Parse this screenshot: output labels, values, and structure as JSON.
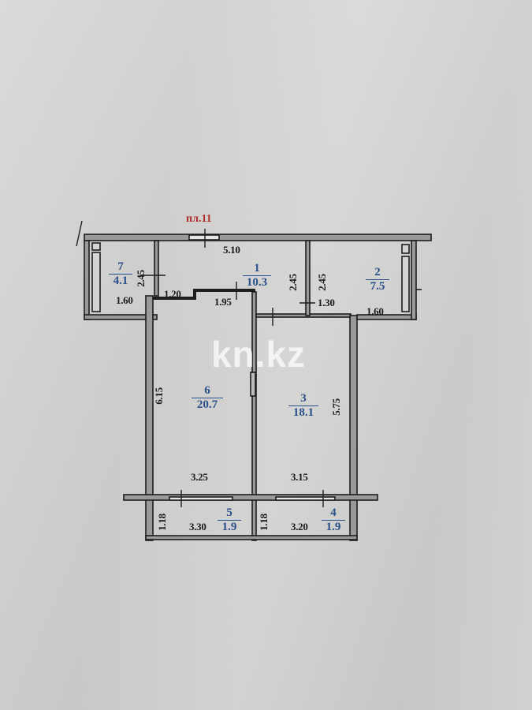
{
  "plan": {
    "label": "пл.11",
    "watermark": "kn.kz",
    "colors": {
      "paper": "#d4d4d2",
      "wall": "#1e1e1e",
      "wall_fill": "#9a9a98",
      "room_label": "#2a4f8a",
      "plan_label": "#b02a2a",
      "dimension_text": "#1b1b1b"
    },
    "rooms": [
      {
        "id": "7",
        "area": "4.1"
      },
      {
        "id": "1",
        "area": "10.3"
      },
      {
        "id": "2",
        "area": "7.5"
      },
      {
        "id": "6",
        "area": "20.7"
      },
      {
        "id": "3",
        "area": "18.1"
      },
      {
        "id": "5",
        "area": "1.9"
      },
      {
        "id": "4",
        "area": "1.9"
      }
    ],
    "dimensions": {
      "top_width": "5.10",
      "room7_height": "2.45",
      "room7_width": "1.60",
      "hall_left": "1.20",
      "hall_mid": "1.95",
      "hall_height": "2.45",
      "room2_height": "2.45",
      "hall_right": "1.30",
      "room2_width": "1.60",
      "room6_height": "6.15",
      "room3_height": "5.75",
      "room6_width": "3.25",
      "room3_width": "3.15",
      "balcony5_height": "1.18",
      "balcony5_width": "3.30",
      "balcony4_height": "1.18",
      "balcony4_width": "3.20"
    }
  }
}
